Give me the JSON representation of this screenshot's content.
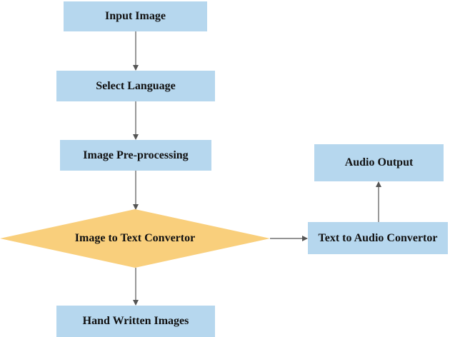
{
  "nodes": {
    "input_image": "Input Image",
    "select_language": "Select Language",
    "preprocessing": "Image Pre-processing",
    "image_to_text": "Image to Text Convertor",
    "hand_written": "Hand Written Images",
    "text_to_audio": "Text to Audio Convertor",
    "audio_output": "Audio Output"
  },
  "colors": {
    "box_fill": "#b6d7ee",
    "diamond_fill": "#f9cf7c",
    "arrow": "#555555"
  },
  "edges": [
    {
      "from": "input_image",
      "to": "select_language"
    },
    {
      "from": "select_language",
      "to": "preprocessing"
    },
    {
      "from": "preprocessing",
      "to": "image_to_text"
    },
    {
      "from": "image_to_text",
      "to": "hand_written"
    },
    {
      "from": "image_to_text",
      "to": "text_to_audio"
    },
    {
      "from": "text_to_audio",
      "to": "audio_output"
    }
  ]
}
